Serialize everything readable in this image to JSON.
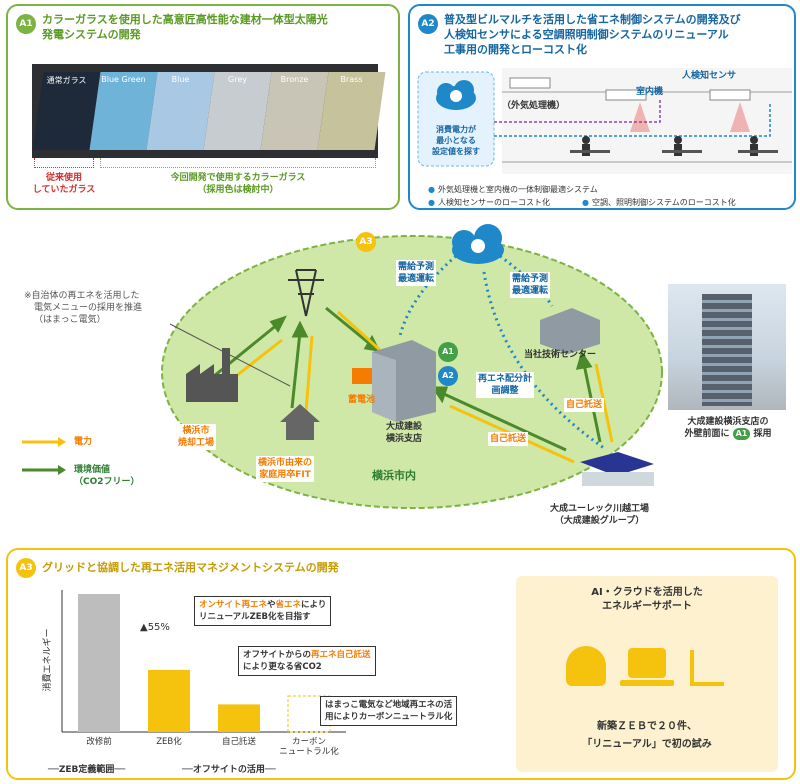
{
  "panel_a1": {
    "badge": "A1",
    "title_line1": "カラーガラスを使用した高意匠高性能な建材一体型太陽光",
    "title_line2": "発電システムの開発",
    "glass": [
      {
        "label": "通常ガラス",
        "color": "#1e2a3a"
      },
      {
        "label": "Blue Green",
        "color": "#6fb4d8"
      },
      {
        "label": "Blue",
        "color": "#a9c8e4"
      },
      {
        "label": "Grey",
        "color": "#c6ccd0"
      },
      {
        "label": "Bronze",
        "color": "#c8c4b6"
      },
      {
        "label": "Brass",
        "color": "#c5c29c"
      }
    ],
    "note_left_line1": "従来使用",
    "note_left_line2": "していたガラス",
    "note_right_line1": "今回開発で使用するカラーガラス",
    "note_right_line2": "（採用色は検討中）"
  },
  "panel_a2": {
    "badge": "A2",
    "title_line1": "普及型ビルマルチを活用した省エネ制御システムの開発及び",
    "title_line2": "人検知センサによる空調照明制御システムのリニューアル",
    "title_line3": "工事用の開発とローコスト化",
    "sensor_label": "人検知センサ",
    "indoor_label": "室内機",
    "outdoor_label": "（外気処理機）",
    "cloud_line1": "消費電力が",
    "cloud_line2": "最小となる",
    "cloud_line3": "設定値を探す",
    "bullet1": "外気処理機と室内機の一体制御最適システム",
    "bullet2": "人検知センサーのローコスト化",
    "bullet3": "空調、照明制御システムのローコスト化"
  },
  "map": {
    "badge": "A3",
    "note_line1": "※自治体の再エネを活用した",
    "note_line2": "電気メニューの採用を推進",
    "note_line3": "（はまっこ電気）",
    "demand_left_line1": "需給予測",
    "demand_left_line2": "最適運転",
    "demand_right_line1": "需給予測",
    "demand_right_line2": "最適運転",
    "tech_center": "当社技術センター",
    "branch_line1": "大成建設",
    "branch_line2": "横浜支店",
    "battery": "蓄電池",
    "badge_a1": "A1",
    "badge_a2": "A2",
    "incinerator_line1": "横浜市",
    "incinerator_line2": "焼却工場",
    "household_line1": "横浜市由来の",
    "household_line2": "家庭用卒FIT",
    "city": "横浜市内",
    "renewable_line1": "再エネ配分計",
    "renewable_line2": "画調整",
    "self_transfer1": "自己託送",
    "self_transfer2": "自己託送",
    "factory_line1": "大成ユーレック川越工場",
    "factory_line2": "（大成建設グループ）",
    "legend_power": "電力",
    "legend_env_line1": "環境価値",
    "legend_env_line2": "（CO2フリー）",
    "photo_caption_line1": "大成建設横浜支店の",
    "photo_caption_line2a": "外壁前面に",
    "photo_caption_badge": "A1",
    "photo_caption_line2b": "採用"
  },
  "panel_a3": {
    "badge": "A3",
    "title": "グリッドと協調した再エネ活用マネジメントシステムの開発",
    "y_label": "消費エネルギー",
    "reduction": "▲55%",
    "box1_line1a": "オンサイト再エネ",
    "box1_line1b": "や",
    "box1_line1c": "省エネ",
    "box1_line1d": "により",
    "box1_line2": "リニューアルZEB化を目指す",
    "box2_line1a": "オフサイトからの",
    "box2_line1b": "再エネ自己託送",
    "box2_line2": "により更なる省CO2",
    "box3_line1": "はまっこ電気など地域再エネの活",
    "box3_line2": "用によりカーボンニュートラル化",
    "scope1": "ZEB定義範囲",
    "scope2": "オフサイトの活用",
    "ai_title_line1": "AI・クラウドを活用した",
    "ai_title_line2": "エネルギーサポート",
    "ai_text_line1": "新築ＺＥＢで２０件、",
    "ai_text_line2": "「リニューアル」で初の試み"
  },
  "chart_data": {
    "type": "bar",
    "categories": [
      "改修前",
      "ZEB化",
      "自己託送",
      "カーボン\nニュートラル化"
    ],
    "values": [
      100,
      45,
      20,
      0
    ],
    "ylabel": "消費エネルギー"
  }
}
